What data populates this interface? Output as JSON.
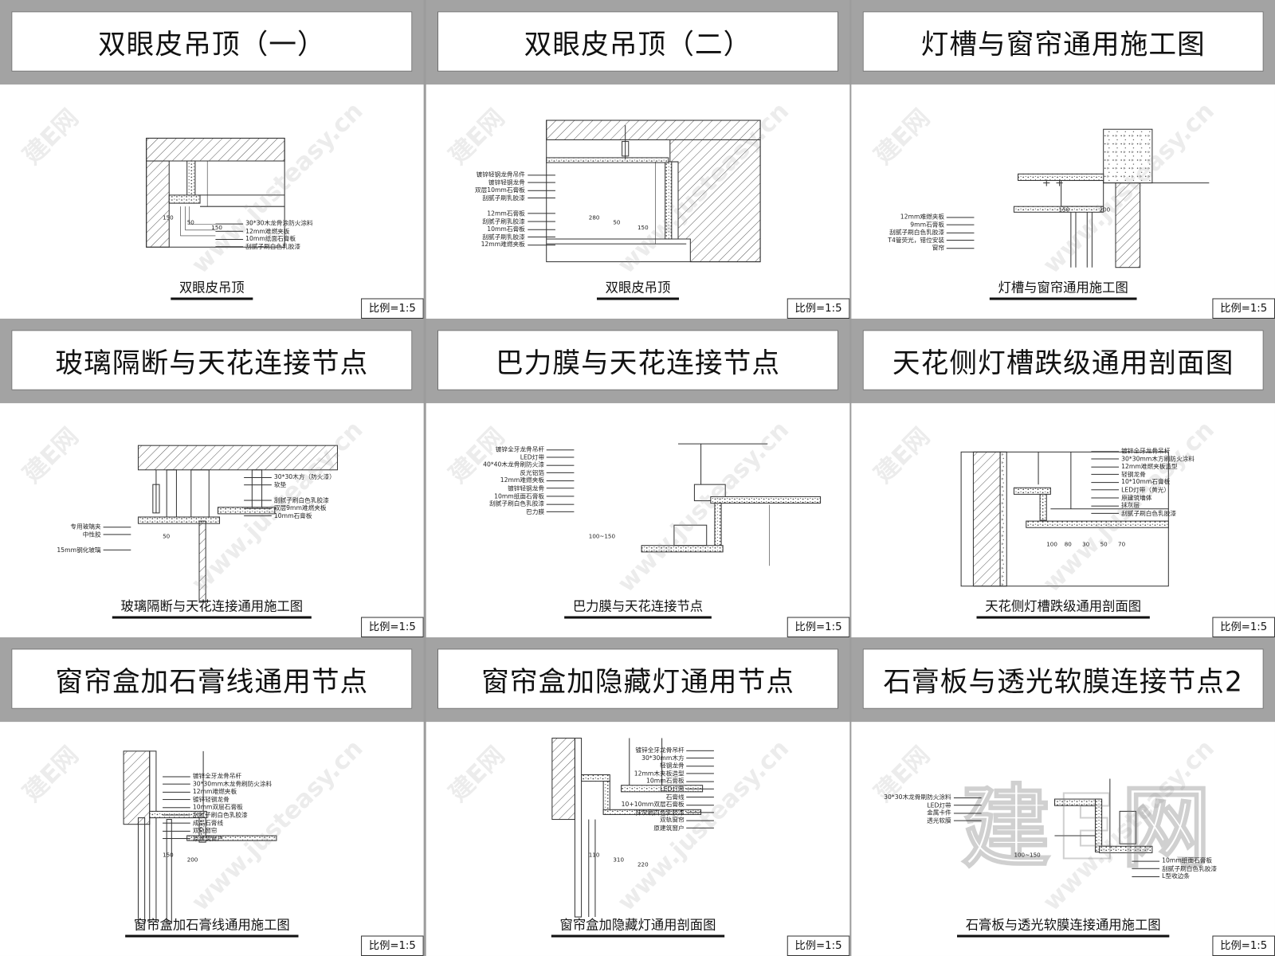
{
  "scale_label": "比例=1:5",
  "watermark": {
    "site": "www.justeasy.cn",
    "brand": "建E网"
  },
  "panels": [
    {
      "title": "双眼皮吊顶（一）",
      "caption": "双眼皮吊顶",
      "notes_right": [
        "30*30木龙骨涂防火涂料",
        "12mm难燃夹板",
        "10mm纸面石膏板",
        "刮腻子刷白色乳胶漆"
      ],
      "dims": [
        "150",
        "50",
        "150"
      ]
    },
    {
      "title": "双眼皮吊顶（二）",
      "caption": "双眼皮吊顶",
      "notes_left": [
        "镀锌轻钢龙骨吊件",
        "镀锌轻钢龙骨",
        "双层10mm石膏板",
        "刮腻子刷乳胶漆",
        "",
        "12mm石膏板",
        "刮腻子刷乳胶漆",
        "10mm石膏板",
        "刮腻子刷乳胶漆",
        "12mm难燃夹板"
      ],
      "dims": [
        "280",
        "50",
        "150"
      ]
    },
    {
      "title": "灯槽与窗帘通用施工图",
      "caption": "灯槽与窗帘通用施工图",
      "notes_left": [
        "12mm难燃夹板",
        "9mm石膏板",
        "刮腻子刷白色乳胶漆",
        "T4管荧光，错位安装",
        "窗帘"
      ],
      "dims": [
        "150",
        "200"
      ]
    },
    {
      "title": "玻璃隔断与天花连接节点",
      "caption": "玻璃隔断与天花连接通用施工图",
      "notes_right": [
        "30*30木方（防火漆）",
        "软垫",
        "",
        "刮腻子刷白色乳胶漆",
        "双层9mm难燃夹板",
        "10mm石膏板"
      ],
      "notes_left": [
        "专用玻璃夹",
        "中性胶",
        "",
        "15mm钢化玻璃"
      ],
      "dims": [
        "50"
      ]
    },
    {
      "title": "巴力膜与天花连接节点",
      "caption": "巴力膜与天花连接节点",
      "notes_left": [
        "镀锌全牙龙骨吊杆",
        "LED灯带",
        "40*40木龙骨刷防火漆",
        "反光铝箔",
        "12mm难燃夹板",
        "镀锌轻钢龙骨",
        "10mm纸面石膏板",
        "刮腻子刷白色乳胶漆",
        "巴力膜"
      ],
      "dims": [
        "100~150"
      ]
    },
    {
      "title": "天花侧灯槽跌级通用剖面图",
      "caption": "天花侧灯槽跌级通用剖面图",
      "notes_right": [
        "镀锌全牙龙骨吊杆",
        "30*30mm木方刷防火涂料",
        "12mm难燃夹板造型",
        "轻钢龙骨",
        "10*10mm石膏板",
        "LED灯带（黄光）",
        "原建筑墙体",
        "抹灰层",
        "刮腻子刷白色乳胶漆"
      ],
      "dims": [
        "100",
        "80",
        "30",
        "50",
        "70"
      ]
    },
    {
      "title": "窗帘盒加石膏线通用节点",
      "caption": "窗帘盒加石膏线通用施工图",
      "notes_right": [
        "镀锌全牙龙骨吊杆",
        "30*30mm木龙骨刷防火涂料",
        "12mm难燃夹板",
        "镀锌轻钢龙骨",
        "10mm双层石膏板",
        "刮腻子刷白色乳胶漆",
        "成品石膏线",
        "双轨窗帘",
        "原建筑窗户"
      ],
      "dims": [
        "150",
        "200"
      ]
    },
    {
      "title": "窗帘盒加隐藏灯通用节点",
      "caption": "窗帘盒加隐藏灯通用剖面图",
      "notes_left": [
        "镀锌全牙龙骨吊杆",
        "30*30mm木方",
        "轻钢龙骨",
        "12mm木夹板造型",
        "10mm石膏板",
        "LED灯带",
        "石膏线",
        "10+10mm双层石膏板",
        "抹灰刷白色乳胶漆",
        "双轨窗帘",
        "原建筑窗户"
      ],
      "dims": [
        "110",
        "310",
        "220"
      ]
    },
    {
      "title": "石膏板与透光软膜连接节点2",
      "caption": "石膏板与透光软膜连接通用施工图",
      "notes_left": [
        "30*30木龙骨刷防火涂料",
        "LED灯带",
        "金属卡件",
        "透光软膜"
      ],
      "notes_right": [
        "10mm纸面石膏板",
        "刮腻子刷白色乳胶漆",
        "L型收边条"
      ],
      "dims": [
        "100~150"
      ]
    }
  ]
}
